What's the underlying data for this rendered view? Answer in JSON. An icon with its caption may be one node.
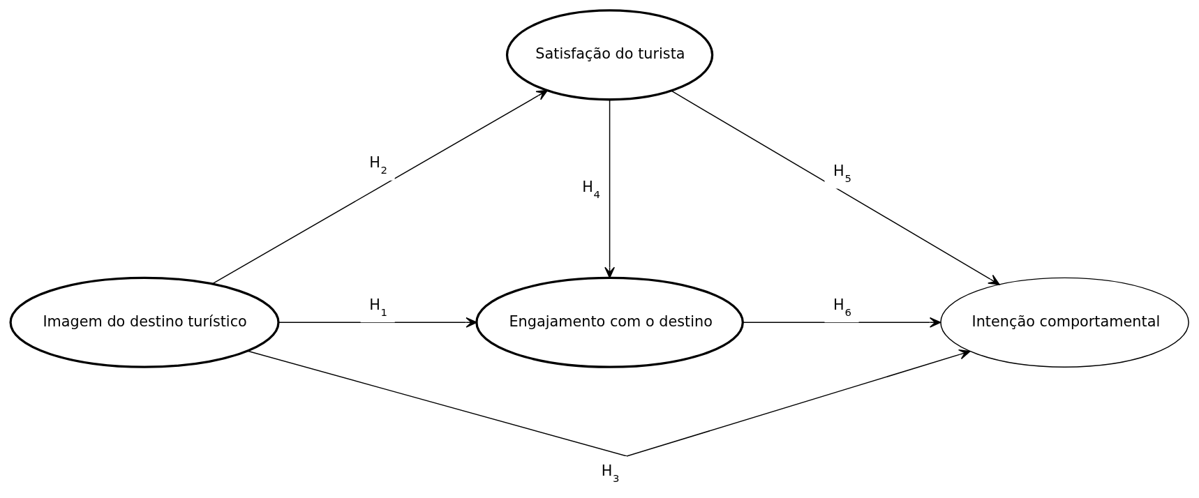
{
  "diagram": {
    "nodes": [
      {
        "text": [
          "Imagem do destino turístico"
        ]
      },
      {
        "text": [
          "Engajamento com o destino"
        ]
      },
      {
        "text": [
          "Satisfação do turista"
        ]
      },
      {
        "text": [
          "Intenção comportamental"
        ]
      }
    ],
    "edges": [
      {
        "from": 0,
        "to": 1,
        "arrow": "to",
        "label": "H$_{1}$"
      },
      {
        "from": 0,
        "to": 2,
        "arrow": "to",
        "label": "H$_{2}$"
      },
      {
        "from": 0,
        "to": 3,
        "arrow": "to",
        "label": "H$_{3}$"
      },
      {
        "from": 2,
        "to": 1,
        "arrow": "to",
        "label": "H$_{4}$"
      },
      {
        "from": 2,
        "to": 3,
        "arrow": "to",
        "label": "H$_{5}$"
      },
      {
        "from": 1,
        "to": 3,
        "arrow": "to",
        "label": "H$_{6}$"
      }
    ]
  }
}
